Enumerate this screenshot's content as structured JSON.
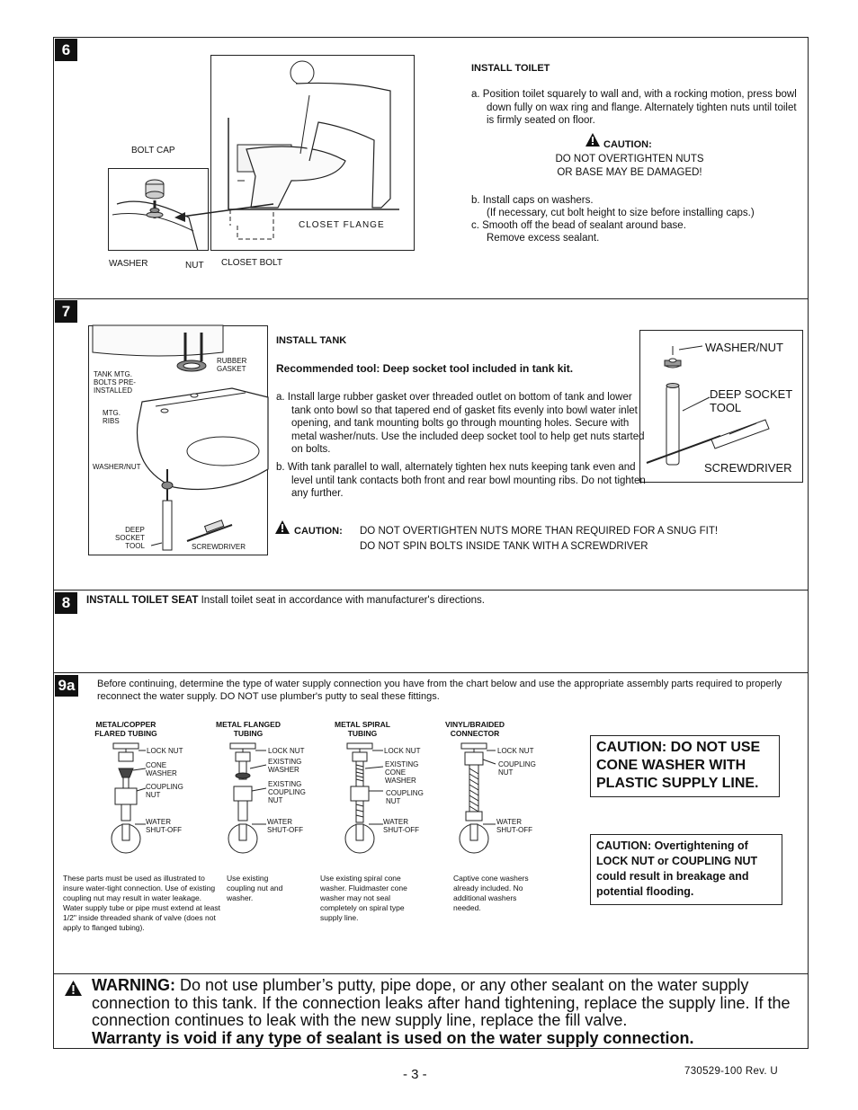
{
  "step6": {
    "number": "6",
    "title": "INSTALL TOILET",
    "step_a": "a.  Position toilet squarely to wall and, with a rocking motion, press bowl down fully on wax ring and flange. Alternately tighten nuts until toilet is firmly seated on floor.",
    "caution_label": "CAUTION:",
    "caution_line1": "DO NOT OVERTIGHTEN NUTS",
    "caution_line2": "OR BASE MAY BE DAMAGED!",
    "step_b": "b.  Install caps on washers.",
    "step_b2": "(If necessary, cut bolt height to size before installing caps.)",
    "step_c": "c.  Smooth off the bead of sealant around base.",
    "step_c2": "Remove excess sealant.",
    "labels": {
      "bolt_cap": "BOLT CAP",
      "washer": "WASHER",
      "nut": "NUT",
      "closet_bolt": "CLOSET BOLT",
      "closet_flange": "CLOSET FLANGE"
    }
  },
  "step7": {
    "number": "7",
    "title": "INSTALL TANK",
    "recommended": "Recommended tool: Deep socket tool included in tank kit.",
    "step_a": "a.  Install large rubber gasket over threaded outlet on bottom of tank and lower tank onto bowl so that tapered end of gasket fits evenly into bowl water inlet opening, and tank mounting bolts go through mounting holes. Secure with metal washer/nuts. Use the included deep socket tool to help get nuts started on bolts.",
    "step_b": "b.  With tank parallel to wall, alternately tighten hex nuts keeping tank even and level until tank contacts both front and rear bowl mounting ribs. Do not tighten any further.",
    "caution_label": "CAUTION:",
    "caution_line1": "DO NOT OVERTIGHTEN NUTS MORE THAN REQUIRED FOR A SNUG FIT!",
    "caution_line2": "DO NOT SPIN BOLTS INSIDE TANK WITH A SCREWDRIVER",
    "labels": {
      "tank_mtg": "TANK MTG.\nBOLTS PRE-\nINSTALLED",
      "rubber_gasket": "RUBBER\nGASKET",
      "mtg_ribs": "MTG.\nRIBS",
      "washer_nut": "WASHER/NUT",
      "deep_socket": "DEEP\nSOCKET\nTOOL",
      "screwdriver": "SCREWDRIVER",
      "r_washer_nut": "WASHER/NUT",
      "r_deep_socket": "DEEP SOCKET\nTOOL",
      "r_screwdriver": "SCREWDRIVER"
    }
  },
  "step8": {
    "number": "8",
    "title": "INSTALL TOILET SEAT",
    "text": "Install toilet seat in accordance with manufacturer's directions."
  },
  "step9a": {
    "number": "9a",
    "intro": "Before continuing, determine the type of water supply connection you have from the chart below and use the appropriate assembly parts required to properly reconnect the water supply. DO NOT use plumber's putty to seal these fittings.",
    "columns": [
      {
        "title": "METAL/COPPER\nFLARED TUBING",
        "labels": [
          "LOCK NUT",
          "CONE\nWASHER",
          "COUPLING\nNUT",
          "WATER\nSHUT-OFF"
        ],
        "note": "These parts must be used as illustrated to insure water-tight connection. Use of existing coupling nut may result in water leakage. Water supply tube or pipe must extend at least 1/2\" inside threaded shank of valve (does not apply to flanged tubing)."
      },
      {
        "title": "METAL FLANGED\nTUBING",
        "labels": [
          "LOCK NUT",
          "EXISTING\nWASHER",
          "EXISTING\nCOUPLING\nNUT",
          "WATER\nSHUT-OFF"
        ],
        "note": "Use existing coupling nut and washer."
      },
      {
        "title": "METAL SPIRAL\nTUBING",
        "labels": [
          "LOCK NUT",
          "EXISTING\nCONE\nWASHER",
          "COUPLING\nNUT",
          "WATER\nSHUT-OFF"
        ],
        "note": "Use existing spiral cone washer. Fluidmaster cone washer may not seal completely on spiral type supply line."
      },
      {
        "title": "VINYL/BRAIDED\nCONNECTOR",
        "labels": [
          "LOCK NUT",
          "COUPLING\nNUT",
          "WATER\nSHUT-OFF"
        ],
        "note": "Captive cone washers already included. No additional washers needed."
      }
    ],
    "caution_plastic": "CAUTION: DO NOT USE CONE WASHER WITH PLASTIC SUPPLY LINE.",
    "caution_overtight": "CAUTION: Overtightening of LOCK NUT or COUPLING NUT could result in breakage and potential flooding."
  },
  "warning": {
    "label": "WARNING:",
    "text": " Do not use plumber’s putty, pipe dope, or any other sealant on the water supply connection to this tank. If the connection leaks after hand tightening, replace the supply line. If the connection continues to leak with the new supply line, replace the fill valve.",
    "bold_line": "Warranty is void if any type of sealant is used on the water supply connection."
  },
  "footer": {
    "page": "- 3 -",
    "docnum": "730529-100 Rev. U"
  }
}
